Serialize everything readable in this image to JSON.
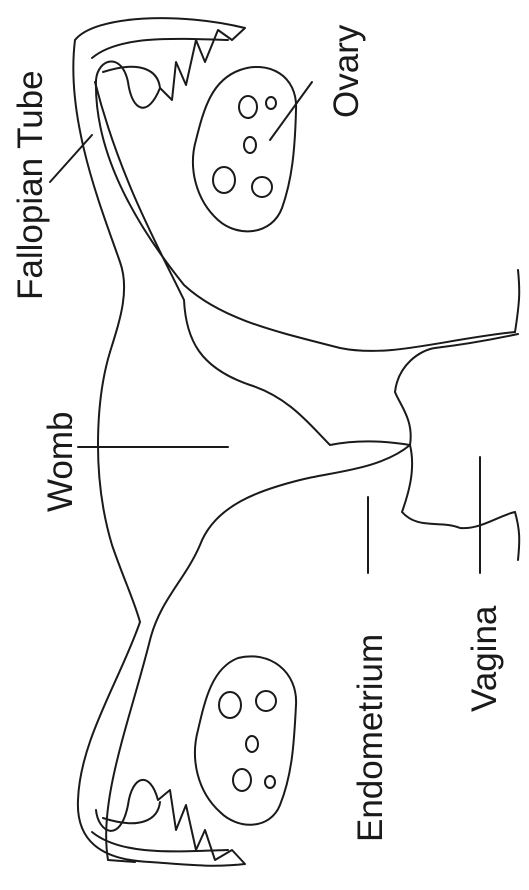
{
  "labels": {
    "fallopian_tube": "Fallopian Tube",
    "ovary": "Ovary",
    "womb": "Womb",
    "endometrium": "Endometrium",
    "vagina": "Vagina"
  },
  "colors": {
    "ink": "#1a1a1a",
    "background": "#ffffff"
  }
}
